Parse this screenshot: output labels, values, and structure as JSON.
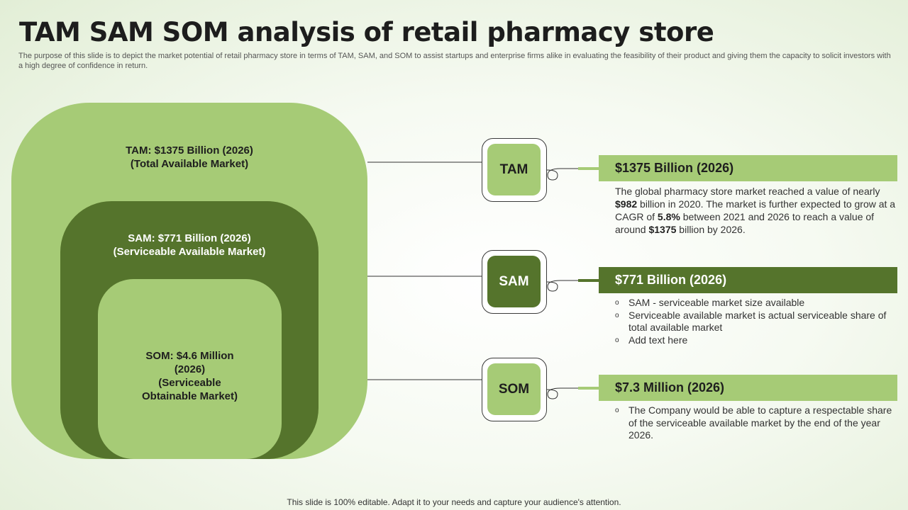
{
  "header": {
    "title": "TAM SAM SOM analysis of retail pharmacy store",
    "subtitle": "The purpose of this slide is to depict the market potential of retail pharmacy store in terms of TAM,  SAM,  and SOM  to assist startups and enterprise firms alike in evaluating the feasibility of their product and giving them the capacity to solicit investors with a high degree of confidence in return."
  },
  "diagram": {
    "tam": {
      "line1": "TAM: $1375 Billion (2026)",
      "line2": "(Total Available Market)"
    },
    "sam": {
      "line1": "SAM: $771 Billion (2026)",
      "line2": "(Serviceable Available Market)"
    },
    "som": {
      "line1": "SOM: $4.6 Million",
      "line2": "(2026)",
      "line3": "(Serviceable",
      "line4": "Obtainable Market)"
    }
  },
  "nodes": {
    "tam": "TAM",
    "sam": "SAM",
    "som": "SOM"
  },
  "details": {
    "tam": {
      "heading": "$1375 Billion (2026)",
      "desc": {
        "p1": "The global pharmacy store market reached a value of nearly ",
        "v1": "$982",
        "p2": " billion in 2020. The market is further expected to grow at a CAGR of ",
        "v2": "5.8%",
        "p3": " between 2021 and 2026 to reach a value of around ",
        "v3": "$1375",
        "p4": " billion by 2026."
      }
    },
    "sam": {
      "heading": "$771 Billion (2026)",
      "bullets": [
        "SAM  - serviceable market size available",
        "Serviceable available market is actual serviceable share of total available market",
        "Add text here"
      ]
    },
    "som": {
      "heading": "$7.3 Million (2026)",
      "bullets": [
        "The Company would be able to capture a respectable share of the serviceable available  market by the end of the year 2026."
      ]
    }
  },
  "bullet_symbol": "o",
  "footer": "This slide is 100% editable. Adapt it to your needs and capture your audience's attention.",
  "colors": {
    "light_green": "#a6cb76",
    "dark_green": "#55742c",
    "text": "#222222"
  }
}
